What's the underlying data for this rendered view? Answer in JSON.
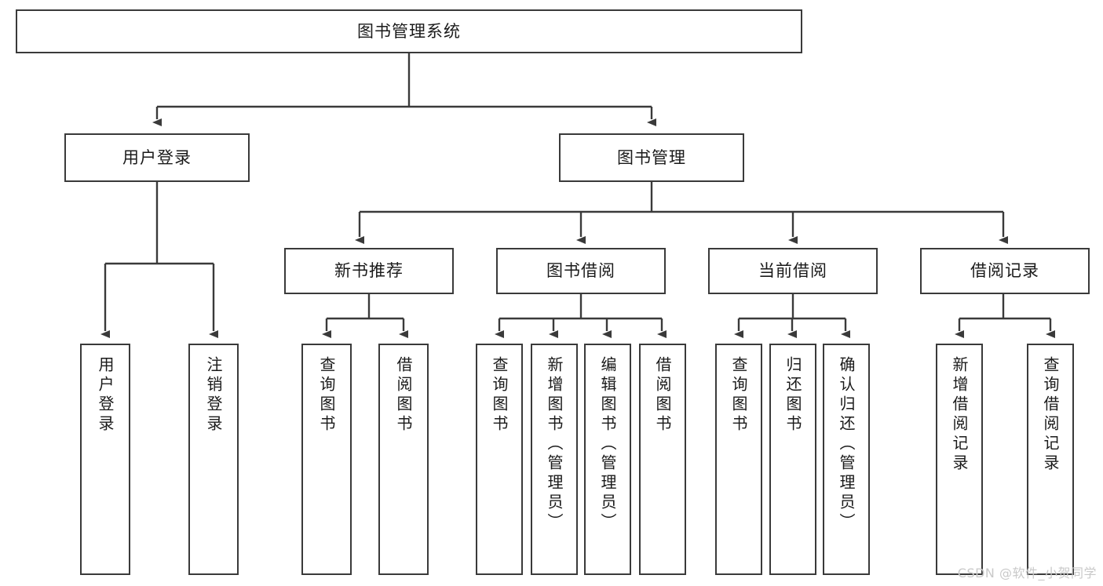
{
  "diagram": {
    "title": "图书管理系统",
    "type": "tree-hierarchy-diagram",
    "stroke_color": "#3a3a3a",
    "fill_color": "#ffffff",
    "text_color": "#1a1a1a",
    "nodes": {
      "root": {
        "label": "图书管理系统"
      },
      "level2": [
        {
          "id": "user-login",
          "label": "用户登录"
        },
        {
          "id": "book-manage",
          "label": "图书管理"
        }
      ],
      "level3": [
        {
          "id": "new-book-recommend",
          "label": "新书推荐"
        },
        {
          "id": "book-borrow",
          "label": "图书借阅"
        },
        {
          "id": "current-borrow",
          "label": "当前借阅"
        },
        {
          "id": "borrow-record",
          "label": "借阅记录"
        }
      ],
      "leaves": {
        "user_login": [
          {
            "id": "leaf-user-login",
            "label": "用户登录"
          },
          {
            "id": "leaf-logout-login",
            "label": "注销登录"
          }
        ],
        "new_book_recommend": [
          {
            "id": "leaf-query-book-1",
            "label": "查询图书"
          },
          {
            "id": "leaf-borrow-book-1",
            "label": "借阅图书"
          }
        ],
        "book_borrow": [
          {
            "id": "leaf-query-book-2",
            "label": "查询图书"
          },
          {
            "id": "leaf-add-book",
            "label": "新增图书（管理员）"
          },
          {
            "id": "leaf-edit-book",
            "label": "编辑图书（管理员）"
          },
          {
            "id": "leaf-borrow-book-2",
            "label": "借阅图书"
          }
        ],
        "current_borrow": [
          {
            "id": "leaf-query-book-3",
            "label": "查询图书"
          },
          {
            "id": "leaf-return-book",
            "label": "归还图书"
          },
          {
            "id": "leaf-confirm-return",
            "label": "确认归还（管理员）"
          }
        ],
        "borrow_record": [
          {
            "id": "leaf-add-record",
            "label": "新增借阅记录"
          },
          {
            "id": "leaf-query-record",
            "label": "查询借阅记录"
          }
        ]
      }
    }
  },
  "watermark": {
    "text": "CSDN @软件_小贺同学"
  }
}
